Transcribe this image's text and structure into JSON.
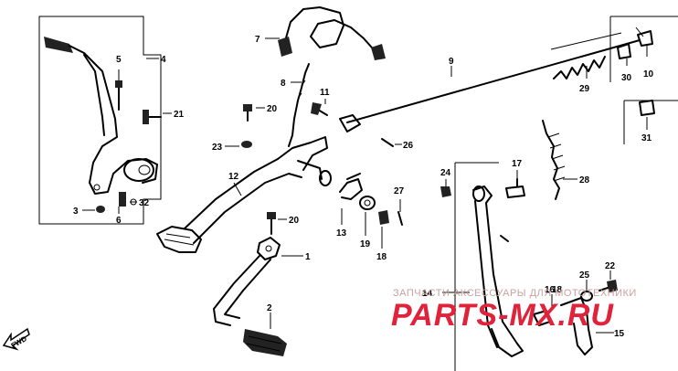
{
  "labels": {
    "l1": "1",
    "l2": "2",
    "l3": "3",
    "l4": "4",
    "l5": "5",
    "l6": "6",
    "l7": "7",
    "l8": "8",
    "l9": "9",
    "l10": "10",
    "l11": "11",
    "l12": "12",
    "l13": "13",
    "l14": "14",
    "l15": "15",
    "l16": "16",
    "l17": "17",
    "l18a": "18",
    "l18b": "18",
    "l19": "19",
    "l20a": "20",
    "l20b": "20",
    "l21": "21",
    "l22": "22",
    "l23": "23",
    "l24": "24",
    "l25": "25",
    "l26": "26",
    "l27": "27",
    "l28": "28",
    "l29": "29",
    "l30": "30",
    "l31": "31",
    "l32": "32"
  },
  "direction": {
    "fwd": "FWD"
  },
  "watermark": {
    "caption": "ЗАПЧАСТИ АКСЕССУАРЫ ДЛЯ МОТОТЕХНИКИ",
    "brand": "PARTS-MX.RU"
  },
  "colors": {
    "brand_red": "#e0223a",
    "line": "#000000"
  }
}
